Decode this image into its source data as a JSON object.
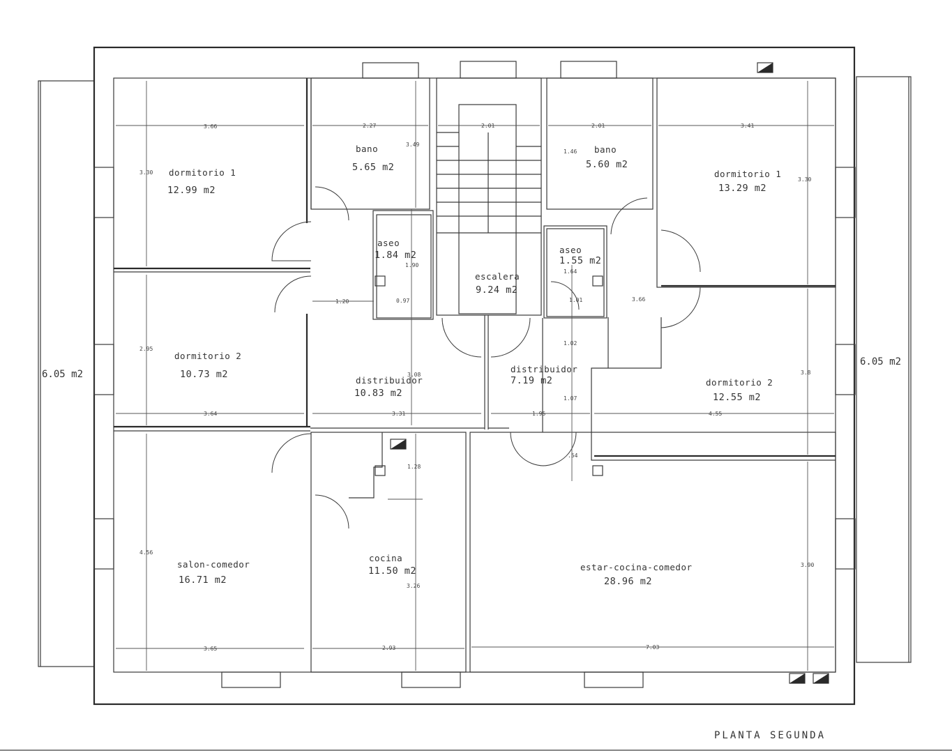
{
  "title": "PLANTA SEGUNDA",
  "terraces": {
    "left_area": "6.05 m2",
    "right_area": "6.05 m2"
  },
  "rooms": {
    "dorm1_left": {
      "name": "dormitorio 1",
      "area": "12.99 m2"
    },
    "bano_left": {
      "name": "bano",
      "area": "5.65 m2"
    },
    "aseo_left": {
      "name": "aseo",
      "area": "1.84 m2"
    },
    "dorm2_left": {
      "name": "dormitorio 2",
      "area": "10.73 m2"
    },
    "dist_left": {
      "name": "distribuidor",
      "area": "10.83 m2"
    },
    "salon": {
      "name": "salon-comedor",
      "area": "16.71 m2"
    },
    "cocina": {
      "name": "cocina",
      "area": "11.50 m2"
    },
    "escalera": {
      "name": "escalera",
      "area": "9.24 m2"
    },
    "bano_right": {
      "name": "bano",
      "area": "5.60 m2"
    },
    "aseo_right": {
      "name": "aseo",
      "area": "1.55 m2"
    },
    "dist_right": {
      "name": "distribuidor",
      "area": "7.19 m2"
    },
    "dorm1_right": {
      "name": "dormitorio 1",
      "area": "13.29 m2"
    },
    "dorm2_right": {
      "name": "dormitorio 2",
      "area": "12.55 m2"
    },
    "estar": {
      "name": "estar-cocina-comedor",
      "area": "28.96 m2"
    }
  },
  "dimensions": {
    "d_dorm1l_w": "3.66",
    "d_dorm1l_h": "3.30",
    "d_banol_w": "2.27",
    "d_banol_h": "3.49",
    "d_esc_w": "2.01",
    "d_banor_w": "2.01",
    "d_banor_h": "1.46",
    "d_dorm1r_w": "3.41",
    "d_dorm1r_h": "3.30",
    "d_aseol_h": "1.90",
    "d_aseol_w": "0.97",
    "d_distl_w1": "1.20",
    "d_aseor_1": "1.64",
    "d_aseor_2": "1.01",
    "d_dist_r_h": "3.66",
    "d_dorm2l_h": "2.95",
    "d_dorm2l_w": "3.64",
    "d_distl_h": "3.08",
    "d_distl_w": "3.31",
    "d_distr_1": "1.02",
    "d_distr_2": "1.07",
    "d_distr_w": "1.95",
    "d_distr_3": ".54",
    "d_dorm2r_w": "4.55",
    "d_dorm2r_h": "3.8",
    "d_cocina_top": "1.28",
    "d_cocina_h": "3.26",
    "d_cocina_w": "2.93",
    "d_salon_h": "4.56",
    "d_salon_w": "3.65",
    "d_estar_w": "7.03",
    "d_estar_h": "3.90"
  }
}
